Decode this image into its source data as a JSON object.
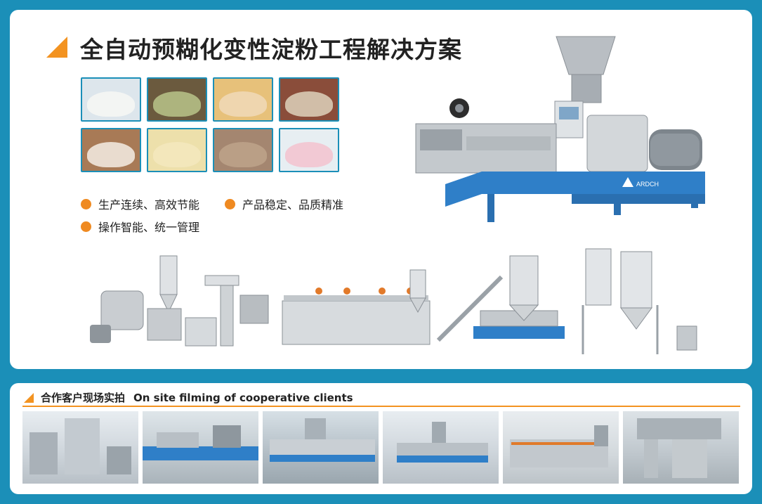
{
  "main_title": "全自动预糊化变性淀粉工程解决方案",
  "features": [
    "生产连续、高效节能",
    "产品稳定、品质精准",
    "操作智能、统一管理"
  ],
  "machine_brand": "ARDCH",
  "section2": {
    "title_cn": "合作客户现场实拍",
    "title_en": "On site filming of cooperative clients"
  },
  "colors": {
    "frame": "#1b8fb8",
    "accent": "#f39321",
    "machine_blue": "#2f7fc8"
  },
  "thumbnails": [
    {
      "name": "white-powder",
      "color": "#f3f3f1"
    },
    {
      "name": "green-powder",
      "color": "#b9c48a"
    },
    {
      "name": "beige-powder",
      "color": "#e2c39c"
    },
    {
      "name": "grain-powder",
      "color": "#d9cdb6"
    },
    {
      "name": "flour-bowl",
      "color": "#efe6dc"
    },
    {
      "name": "yellow-powder",
      "color": "#efe3b0"
    },
    {
      "name": "brown-powder",
      "color": "#b99a80"
    },
    {
      "name": "pink-powder",
      "color": "#f0b8c6"
    }
  ],
  "photos": [
    "photo-1",
    "photo-2",
    "photo-3",
    "photo-4",
    "photo-5",
    "photo-6"
  ]
}
